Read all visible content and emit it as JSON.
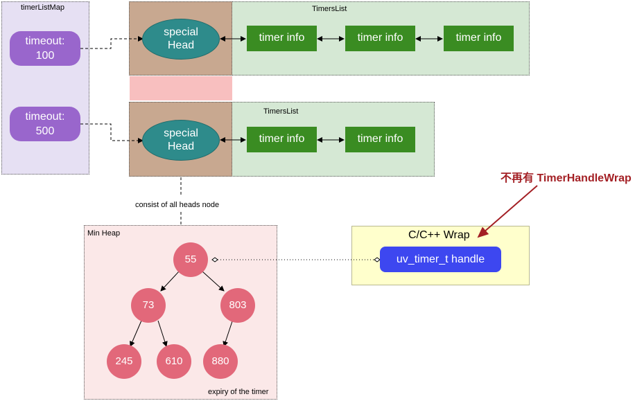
{
  "timer_list_map": {
    "title": "timerListMap",
    "entries": [
      {
        "line1": "timeout:",
        "line2": "100"
      },
      {
        "line1": "timeout:",
        "line2": "500"
      }
    ]
  },
  "timers_lists": [
    {
      "title": "TimersList",
      "head": {
        "line1": "special",
        "line2": "Head"
      },
      "items": [
        "timer info",
        "timer info",
        "timer info"
      ]
    },
    {
      "title": "TimersList",
      "head": {
        "line1": "special",
        "line2": "Head"
      },
      "items": [
        "timer info",
        "timer info"
      ]
    }
  ],
  "heap_link_label": "consist of all heads node",
  "min_heap": {
    "title": "Min Heap",
    "footer": "expiry of the timer",
    "nodes": [
      "55",
      "73",
      "803",
      "245",
      "610",
      "880"
    ]
  },
  "wrap": {
    "title": "C/C++ Wrap",
    "handle": "uv_timer_t handle"
  },
  "annotation": "不再有 TimerHandleWrap",
  "colors": {
    "map_bg": "#e6e0f3",
    "list_bg": "#d5e8d4",
    "head_area": "#c8a890",
    "heap_bg": "#fbe8e8",
    "gap": "#f8bfbf",
    "wrap_bg": "#ffffcc",
    "handle": "#3d47f0",
    "annotation": "#b01f1f"
  }
}
